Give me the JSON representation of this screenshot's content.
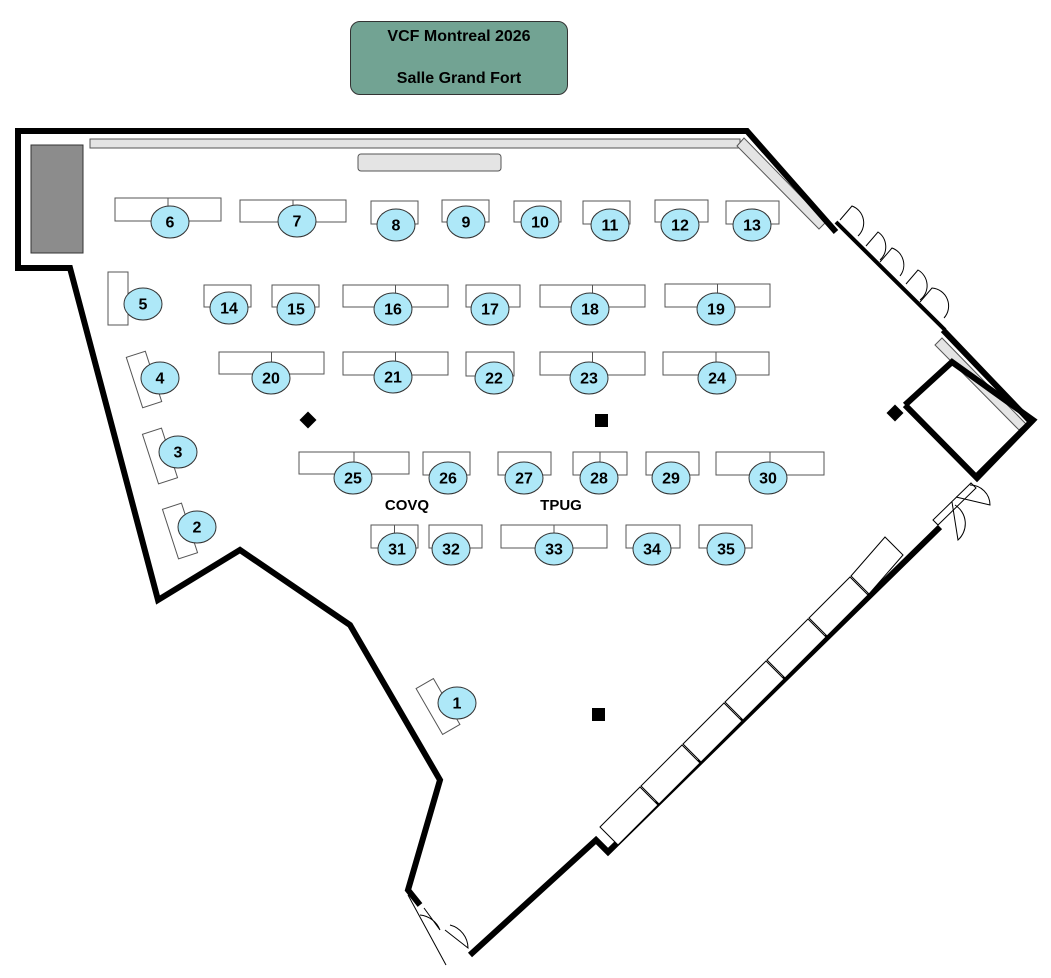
{
  "header": {
    "event": "VCF Montreal 2026",
    "room": "Salle Grand Fort"
  },
  "labels": {
    "covq": "COVQ",
    "tpug": "TPUG"
  },
  "tables": [
    "1",
    "2",
    "3",
    "4",
    "5",
    "6",
    "7",
    "8",
    "9",
    "10",
    "11",
    "12",
    "13",
    "14",
    "15",
    "16",
    "17",
    "18",
    "19",
    "20",
    "21",
    "22",
    "23",
    "24",
    "25",
    "26",
    "27",
    "28",
    "29",
    "30",
    "31",
    "32",
    "33",
    "34",
    "35"
  ],
  "colors": {
    "title_bg": "#72a393",
    "table_marker": "#aee8f8",
    "wall": "#000000",
    "counter": "#e4e4e4",
    "stage": "#8c8c8c"
  }
}
